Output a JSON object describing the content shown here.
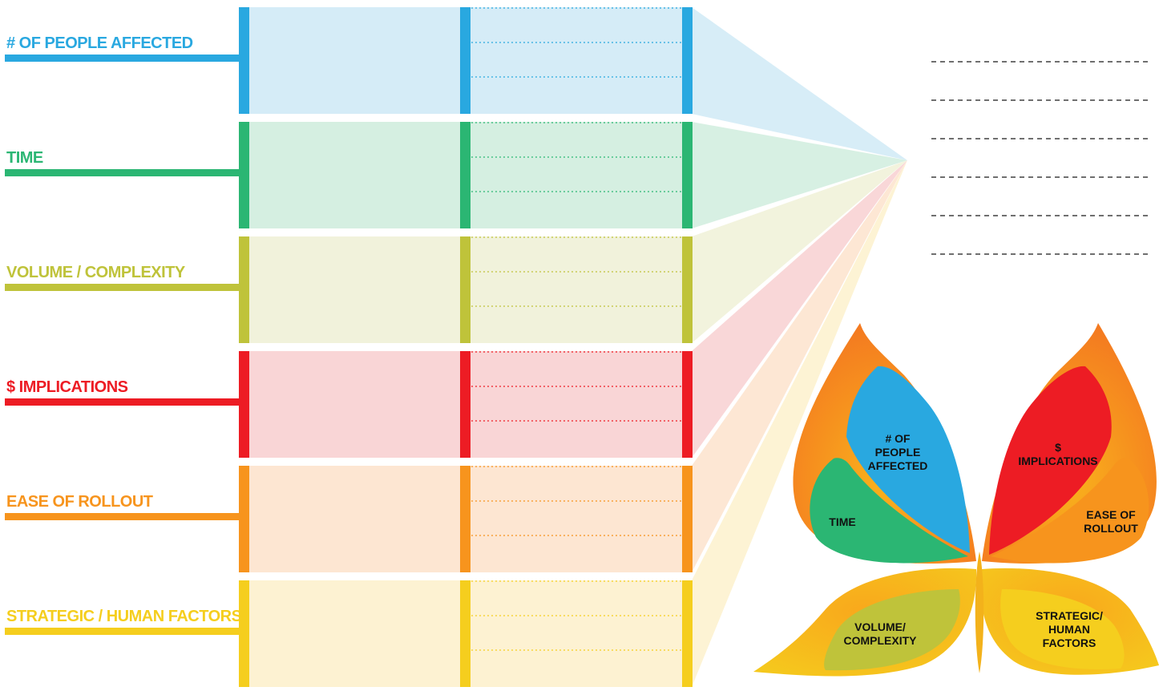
{
  "factors": [
    {
      "label": "# OF PEOPLE AFFECTED",
      "color": "#29A8E0",
      "fill": "#D5ECF7"
    },
    {
      "label": "TIME",
      "color": "#2BB673",
      "fill": "#D5EFE1"
    },
    {
      "label": "VOLUME / COMPLEXITY",
      "color": "#BFC33A",
      "fill": "#F1F2DB"
    },
    {
      "label": "$ IMPLICATIONS",
      "color": "#ED1C24",
      "fill": "#F9D5D6"
    },
    {
      "label": "EASE OF ROLLOUT",
      "color": "#F7941D",
      "fill": "#FDE6D2"
    },
    {
      "label": "STRATEGIC / HUMAN FACTORS",
      "color": "#F5CE1E",
      "fill": "#FDF2D2"
    }
  ],
  "summary_lines": 6,
  "butterfly": {
    "people": [
      "# OF",
      "PEOPLE",
      "AFFECTED"
    ],
    "time": [
      "TIME"
    ],
    "volume": [
      "VOLUME/",
      "COMPLEXITY"
    ],
    "implications": [
      "$",
      "IMPLICATIONS"
    ],
    "rollout": [
      "EASE OF",
      "ROLLOUT"
    ],
    "strategic": [
      "STRATEGIC/",
      "HUMAN",
      "FACTORS"
    ]
  },
  "colors": {
    "wing_outer": "#F47A20",
    "wing_inner": "#F9B21C",
    "wing_bottom_outer": "#F5C81D",
    "wing_bottom_inner": "#F9A81C",
    "dash": "#6F6F6F"
  }
}
